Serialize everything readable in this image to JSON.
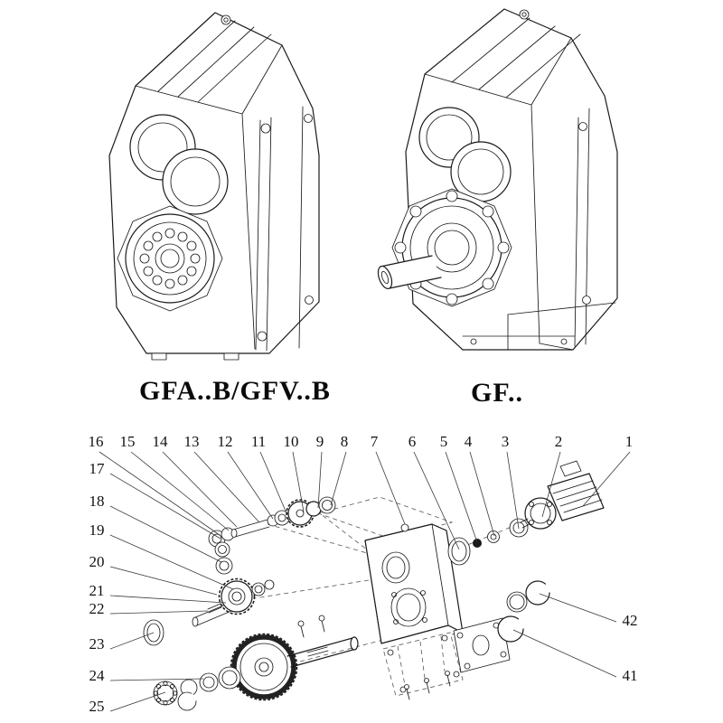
{
  "figures": {
    "left_caption": "GFA..B/GFV..B",
    "right_caption": "GF.."
  },
  "exploded": {
    "callouts_top": [
      "16",
      "15",
      "14",
      "13",
      "12",
      "11",
      "10",
      "9",
      "8",
      "7",
      "6",
      "5",
      "4",
      "3",
      "2",
      "1"
    ],
    "callouts_left": [
      "17",
      "18",
      "19",
      "20",
      "21",
      "22",
      "23",
      "24",
      "25"
    ],
    "callouts_right": [
      "42",
      "41"
    ]
  },
  "colors": {
    "line": "#1a1a1a",
    "background": "#ffffff"
  }
}
